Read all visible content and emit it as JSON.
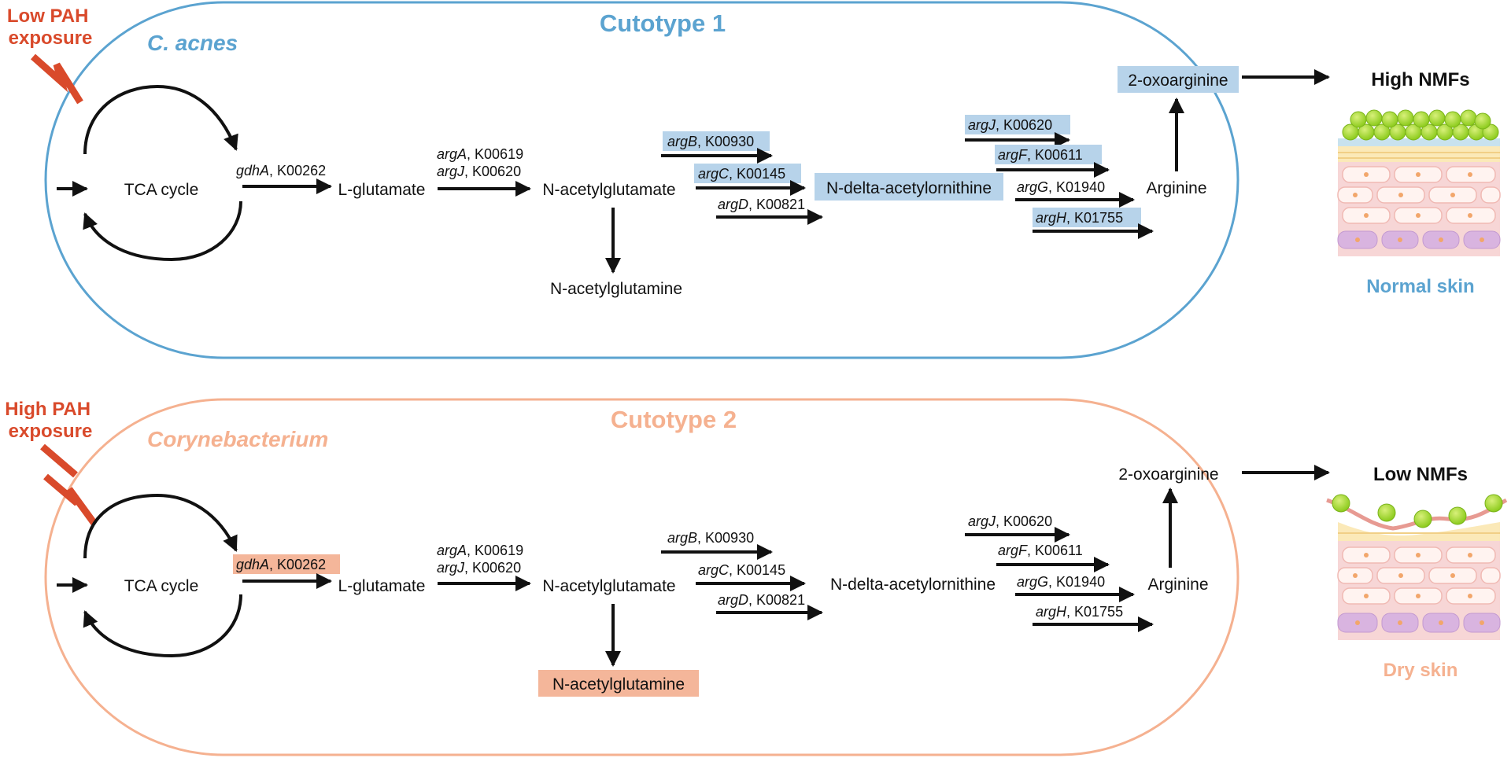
{
  "panels": [
    {
      "title": "Cutotype 1",
      "organism": "C. acnes",
      "exposure": [
        "Low PAH",
        "exposure"
      ],
      "outcome": "High NMFs",
      "skin_label": "Normal skin",
      "colors": {
        "accent": "#5ba3d0",
        "highlight": "#b7d3ea",
        "exposure": "#d94a2b"
      },
      "nodes": {
        "tca": "TCA cycle",
        "glutamate": "L-glutamate",
        "nag": "N-acetylglutamate",
        "nagln": "N-acetylglutamine",
        "ndao": "N-delta-acetylornithine",
        "arginine": "Arginine",
        "oxo": "2-oxoarginine"
      },
      "enzymes": {
        "gdha": {
          "gene": "gdhA",
          "ko": ", K00262"
        },
        "arga": {
          "gene": "argA",
          "ko": ", K00619"
        },
        "argj1": {
          "gene": "argJ",
          "ko": ", K00620"
        },
        "argb": {
          "gene": "argB",
          "ko": ", K00930"
        },
        "argc": {
          "gene": "argC",
          "ko": ", K00145"
        },
        "argd": {
          "gene": "argD",
          "ko": ", K00821"
        },
        "argj2": {
          "gene": "argJ",
          "ko": ", K00620"
        },
        "argf": {
          "gene": "argF",
          "ko": ", K00611"
        },
        "argg": {
          "gene": "argG",
          "ko": ", K01940"
        },
        "argh": {
          "gene": "argH",
          "ko": ", K01755"
        }
      }
    },
    {
      "title": "Cutotype 2",
      "organism": "Corynebacterium",
      "exposure": [
        "High PAH",
        "exposure"
      ],
      "outcome": "Low NMFs",
      "skin_label": "Dry skin",
      "colors": {
        "accent": "#f5b190",
        "highlight": "#f4b69a",
        "exposure": "#d94a2b"
      },
      "nodes": {
        "tca": "TCA cycle",
        "glutamate": "L-glutamate",
        "nag": "N-acetylglutamate",
        "nagln": "N-acetylglutamine",
        "ndao": "N-delta-acetylornithine",
        "arginine": "Arginine",
        "oxo": "2-oxoarginine"
      },
      "enzymes": {
        "gdha": {
          "gene": "gdhA",
          "ko": ", K00262"
        },
        "arga": {
          "gene": "argA",
          "ko": ", K00619"
        },
        "argj1": {
          "gene": "argJ",
          "ko": ", K00620"
        },
        "argb": {
          "gene": "argB",
          "ko": ", K00930"
        },
        "argc": {
          "gene": "argC",
          "ko": ", K00145"
        },
        "argd": {
          "gene": "argD",
          "ko": ", K00821"
        },
        "argj2": {
          "gene": "argJ",
          "ko": ", K00620"
        },
        "argf": {
          "gene": "argF",
          "ko": ", K00611"
        },
        "argg": {
          "gene": "argG",
          "ko": ", K01940"
        },
        "argh": {
          "gene": "argH",
          "ko": ", K01755"
        }
      }
    }
  ]
}
